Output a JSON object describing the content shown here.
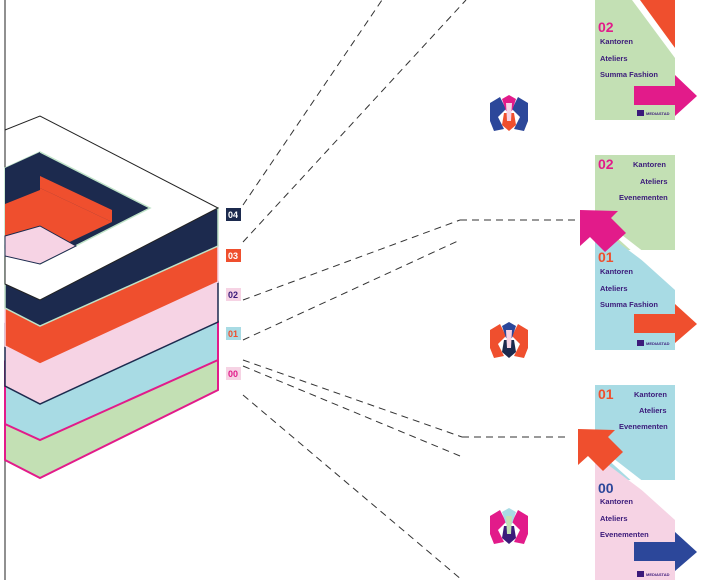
{
  "colors": {
    "navy": "#1c2a4e",
    "orange": "#ef4f2e",
    "pink": "#f6d3e4",
    "lightblue": "#a8dbe4",
    "green": "#c3e0b4",
    "magenta": "#e21b8a",
    "mint": "#bfe3c8",
    "blue_arrow": "#2c479a",
    "purple": "#3b1a7a"
  },
  "levels": [
    {
      "num": "04",
      "text_color": "#ffffff",
      "bg": "#1c2a4e"
    },
    {
      "num": "03",
      "text_color": "#ffffff",
      "bg": "#ef4f2e"
    },
    {
      "num": "02",
      "text_color": "#3b1a7a",
      "bg": "#f6d3e4"
    },
    {
      "num": "01",
      "text_color": "#ef4f2e",
      "bg": "#a8dbe4"
    },
    {
      "num": "00",
      "text_color": "#e21b8a",
      "bg": "#f6d3e4"
    }
  ],
  "signs": [
    {
      "top": {
        "num": "02",
        "lines": [
          "Kantoren",
          "Ateliers",
          "Summa Fashion"
        ]
      },
      "logo": "MEDIASTAD"
    },
    {
      "top": {
        "num": "02",
        "lines": [
          "Kantoren",
          "Ateliers",
          "Evenementen"
        ]
      },
      "bottom": {
        "num": "01",
        "lines": [
          "Kantoren",
          "Ateliers",
          "Summa Fashion"
        ]
      },
      "logo": "MEDIASTAD"
    },
    {
      "top": {
        "num": "01",
        "lines": [
          "Kantoren",
          "Ateliers",
          "Evenementen"
        ]
      },
      "bottom": {
        "num": "00",
        "lines": [
          "Kantoren",
          "Ateliers",
          "Evenementen"
        ]
      },
      "logo": "MEDIASTAD"
    }
  ],
  "icons": [
    "ornament-icon-blue",
    "ornament-icon-orange",
    "ornament-icon-magenta"
  ]
}
